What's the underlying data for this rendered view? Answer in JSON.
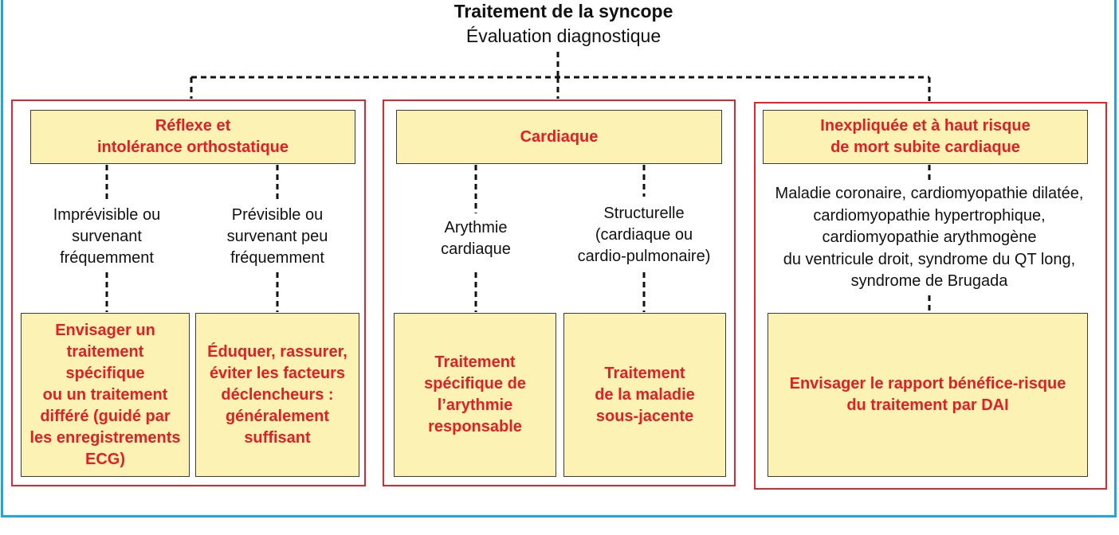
{
  "title": "Traitement de la syncope",
  "subtitle": "Évaluation diagnostique",
  "branches": [
    {
      "header": "Réflexe et\nintolérance orthostatique",
      "paths": [
        {
          "condition": "Imprévisible ou\nsurvenant\nfréquemment",
          "action": "Envisager un\ntraitement\nspécifique\nou un traitement\ndifféré (guidé par\nles enregistrements\nECG)"
        },
        {
          "condition": "Prévisible ou\nsurvenant peu\nfréquemment",
          "action": "Éduquer, rassurer,\néviter les facteurs\ndéclencheurs :\ngénéralement\nsuffisant"
        }
      ]
    },
    {
      "header": "Cardiaque",
      "paths": [
        {
          "condition": "Arythmie\ncardiaque",
          "action": "Traitement\nspécifique de\nl’arythmie\nresponsable"
        },
        {
          "condition": "Structurelle\n(cardiaque ou\ncardio-pulmonaire)",
          "action": "Traitement\nde la maladie\nsous-jacente"
        }
      ]
    },
    {
      "header": "Inexpliquée et à haut risque\nde mort subite cardiaque",
      "paths": [
        {
          "condition": "Maladie coronaire, cardiomyopathie dilatée,\ncardiomyopathie hypertrophique,\ncardiomyopathie arythmogène\ndu ventricule droit, syndrome du QT long,\nsyndrome de Brugada",
          "action": "Envisager le rapport bénéfice-risque\ndu traitement par DAI"
        }
      ]
    }
  ],
  "colors": {
    "frame": "#27a3dc",
    "group_border": "#e3262d",
    "box_fill": "#fbf2b3",
    "emphasis_text": "#e31e24"
  }
}
